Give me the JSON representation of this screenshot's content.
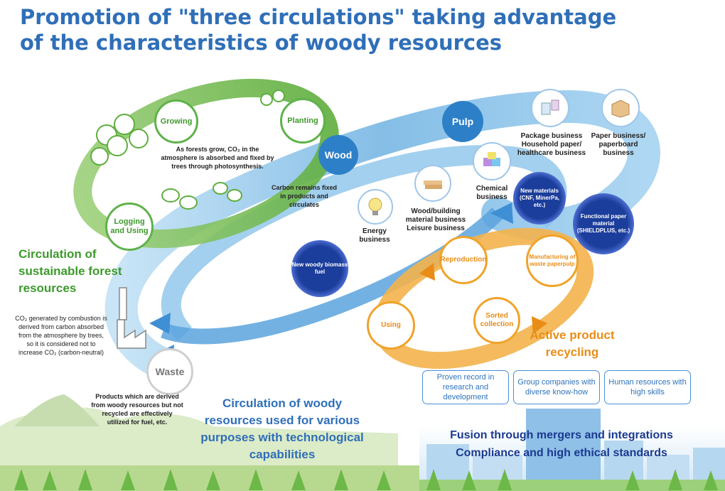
{
  "title": {
    "line1": "Promotion of \"three circulations\" taking advantage",
    "line2": "of the characteristics of woody resources"
  },
  "forest_cycle": {
    "growing": "Growing",
    "planting": "Planting",
    "logging": "Logging and Using",
    "photosynthesis_text": "As forests grow, CO₂ in the atmosphere is absorbed and fixed by trees through photosynthesis.",
    "carbon_text": "Carbon remains fixed in products and circulates",
    "heading": "Circulation of sustainable forest resources"
  },
  "woody_cycle": {
    "wood": "Wood",
    "pulp": "Pulp",
    "waste": "Waste",
    "energy": "Energy business",
    "wood_building": "Wood/building material business Leisure business",
    "chemical": "Chemical business",
    "package": "Package business Household paper/ healthcare business",
    "paper": "Paper business/ paperboard business",
    "new_materials": "New materials (CNF, MinerPa, etc.)",
    "functional": "Functional paper material (SHIELDPLUS, etc.)",
    "biomass": "New woody biomass fuel",
    "co2_text": "CO₂ generated by combustion is derived from carbon absorbed from the atmosphere by trees, so it is considered not to increase CO₂ (carbon-neutral)",
    "products_text": "Products which are derived from woody resources but not recycled are effectively utilized for fuel, etc.",
    "heading": "Circulation of woody resources used for various purposes with technological capabilities"
  },
  "recycling": {
    "reproduction": "Reproduction",
    "manufacturing": "Manufacturing of waste paperpulp",
    "using": "Using",
    "sorted": "Sorted collection",
    "heading": "Active product recycling"
  },
  "strengths": {
    "box1": "Proven record in research and development",
    "box2": "Group companies with diverse know-how",
    "box3": "Human resources with high skills",
    "fusion": "Fusion through mergers and integrations",
    "compliance": "Compliance and high ethical standards"
  },
  "colors": {
    "title_blue": "#2f6fb8",
    "forest_green": "#3d9a2c",
    "node_blue": "#2d80c8",
    "recycle_orange": "#f0a32a",
    "navy": "#1b3a8f"
  }
}
